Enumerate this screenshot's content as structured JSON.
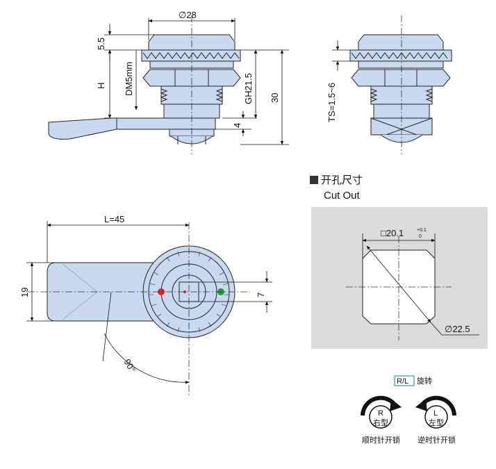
{
  "side_view": {
    "diameter": "∅28",
    "height_top": "5.5",
    "height_h": "H",
    "thread": "DM5mm",
    "grip": "GH21.5",
    "overall": "30",
    "offset": "4"
  },
  "side_view_right": {
    "thickness": "TS=1.5~6"
  },
  "front_view": {
    "length": "L=45",
    "width": "19",
    "square": "7",
    "angle": "90°"
  },
  "cutout": {
    "title_cn": "开孔尺寸",
    "title_en": "Cut Out",
    "square_label": "□20.1",
    "tol_plus": "+0.1",
    "tol_zero": "0",
    "diameter": "∅22.5"
  },
  "rotation": {
    "box_label": "R/L",
    "caption": "旋转",
    "right_letter": "R",
    "right_type": "右型",
    "right_desc": "顺时针开锁",
    "left_letter": "L",
    "left_type": "左型",
    "left_desc": "逆时针开锁"
  },
  "colors": {
    "part_fill": "#c9d9f0",
    "cutout_bg": "#dcdcdc",
    "box_border": "#2aa198",
    "red_dot": "#e0201e",
    "green_dot": "#1f9a3a"
  }
}
